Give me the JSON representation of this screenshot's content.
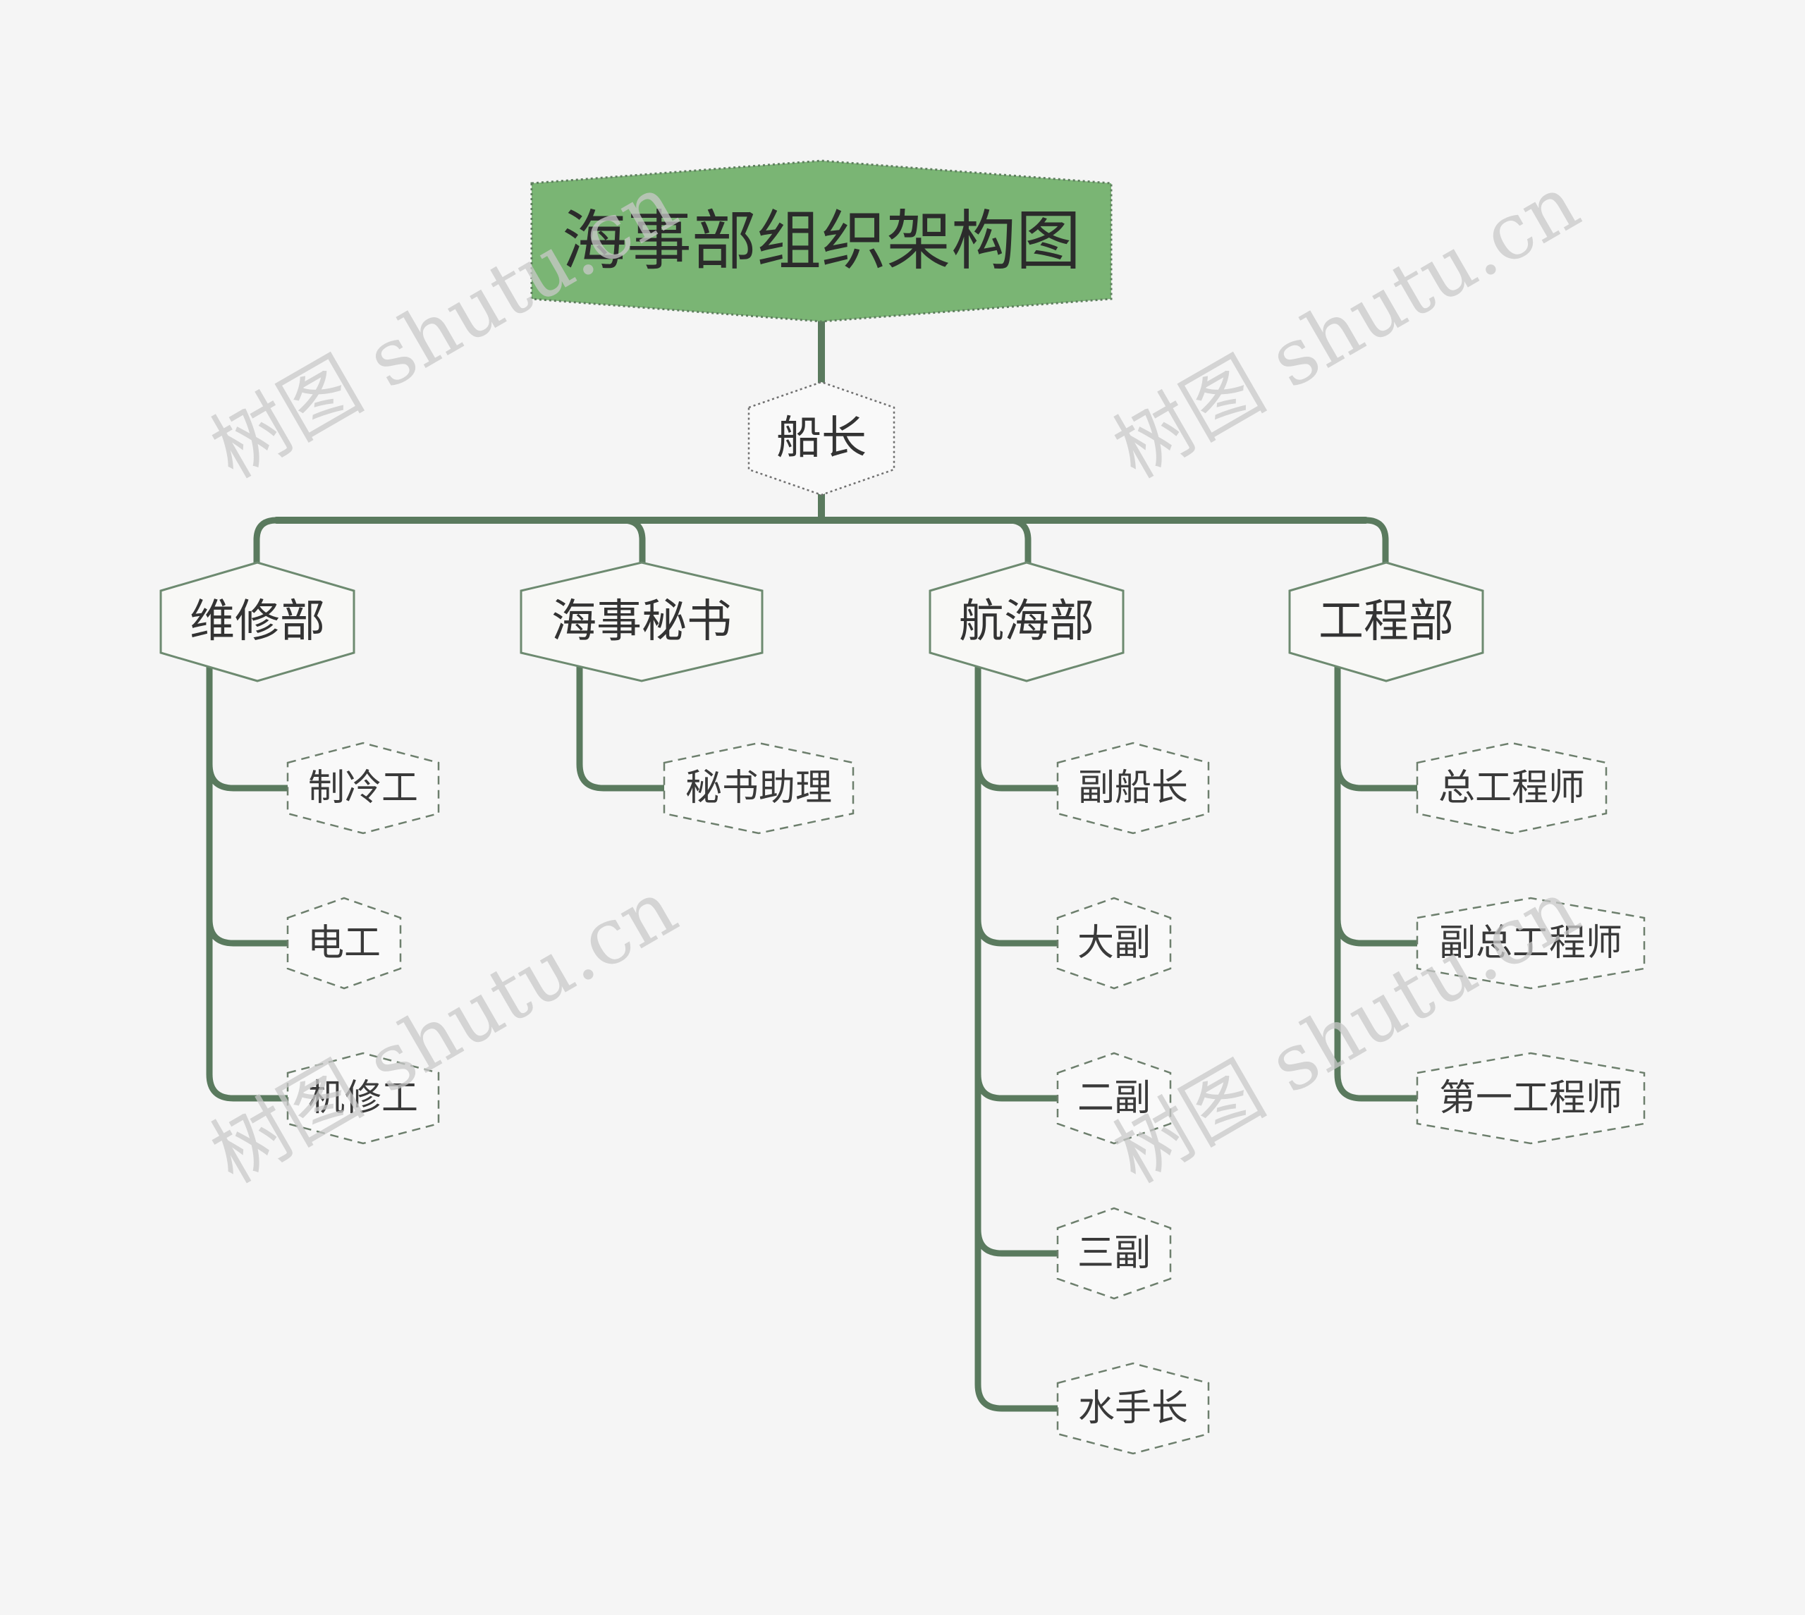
{
  "title": "海事部组织架构图",
  "watermark": "树图 shutu.cn",
  "colors": {
    "background": "#f5f5f5",
    "root_fill": "#7ab574",
    "connector": "#5a7a5e",
    "node_fill": "#f8f8f6",
    "text": "#333333"
  },
  "ceo": "船长",
  "departments": [
    {
      "name": "维修部",
      "children": [
        "制冷工",
        "电工",
        "机修工"
      ]
    },
    {
      "name": "海事秘书",
      "children": [
        "秘书助理"
      ]
    },
    {
      "name": "航海部",
      "children": [
        "副船长",
        "大副",
        "二副",
        "三副",
        "水手长"
      ]
    },
    {
      "name": "工程部",
      "children": [
        "总工程师",
        "副总工程师",
        "第一工程师"
      ]
    }
  ]
}
